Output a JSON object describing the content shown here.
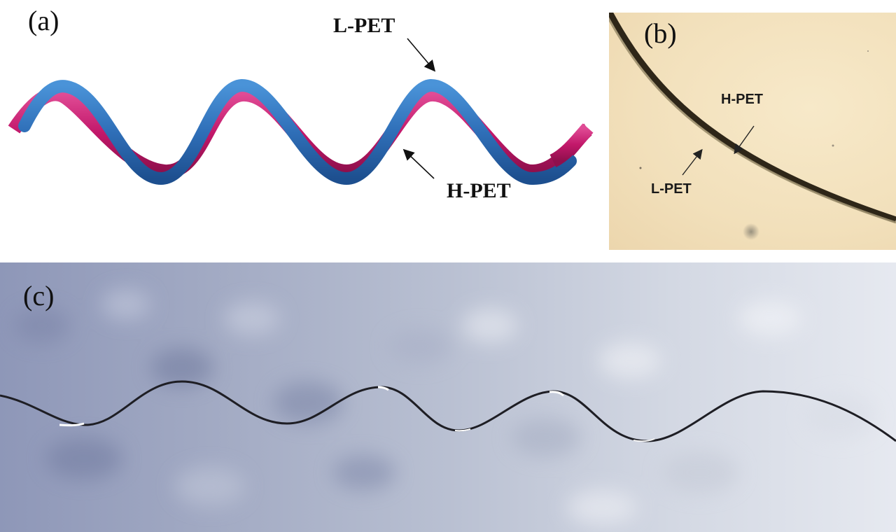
{
  "figure": {
    "panels": [
      {
        "id": "a",
        "letter": "(a)",
        "description": "3D rendering of a bicomponent helical fiber",
        "labels": {
          "top": "L-PET",
          "bottom": "H-PET"
        },
        "colors": {
          "l_pet": "#2f6fb8",
          "h_pet": "#c2186a"
        }
      },
      {
        "id": "b",
        "letter": "(b)",
        "description": "Optical micrograph of fiber cross section edge",
        "labels": {
          "outer": "H-PET",
          "inner": "L-PET"
        },
        "colors": {
          "background": "#f3e2be",
          "fiber": "#3a3120"
        }
      },
      {
        "id": "c",
        "letter": "(c)",
        "description": "Photograph of crimped helical fiber on textured background",
        "colors": {
          "fiber": "#1e1e24",
          "background_left": "#8e97b8",
          "background_right": "#e6e9f0"
        }
      }
    ]
  }
}
